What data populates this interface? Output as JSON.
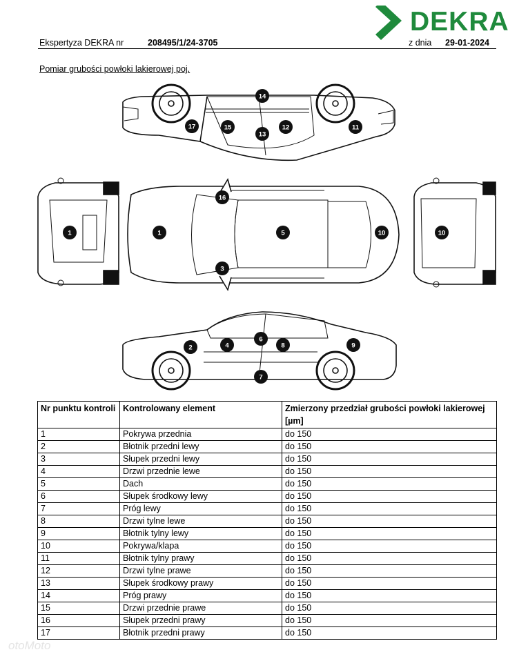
{
  "header": {
    "brand": "DEKRA",
    "expertise_label": "Ekspertyza DEKRA nr",
    "expertise_number": "208495/1/24-3705",
    "date_label": "z dnia",
    "date_value": "29-01-2024"
  },
  "subtitle": "Pomiar grubości powłoki lakierowej poj.",
  "markers": {
    "m1": "1",
    "m2": "2",
    "m3": "3",
    "m4": "4",
    "m5": "5",
    "m6": "6",
    "m7": "7",
    "m8": "8",
    "m9": "9",
    "m10": "10",
    "m11": "11",
    "m12": "12",
    "m13": "13",
    "m14": "14",
    "m15": "15",
    "m16": "16",
    "m17": "17"
  },
  "table": {
    "headers": {
      "col1": "Nr punktu kontroli",
      "col2": "Kontrolowany element",
      "col3": "Zmierzony przedział grubości powłoki lakierowej [µm]"
    },
    "rows": [
      {
        "nr": "1",
        "element": "Pokrywa przednia",
        "value": "do 150"
      },
      {
        "nr": "2",
        "element": "Błotnik przedni lewy",
        "value": "do 150"
      },
      {
        "nr": "3",
        "element": "Słupek przedni lewy",
        "value": "do 150"
      },
      {
        "nr": "4",
        "element": "Drzwi przednie lewe",
        "value": "do 150"
      },
      {
        "nr": "5",
        "element": "Dach",
        "value": "do 150"
      },
      {
        "nr": "6",
        "element": "Słupek środkowy lewy",
        "value": "do 150"
      },
      {
        "nr": "7",
        "element": "Próg lewy",
        "value": "do 150"
      },
      {
        "nr": "8",
        "element": "Drzwi tylne lewe",
        "value": "do 150"
      },
      {
        "nr": "9",
        "element": "Błotnik tylny lewy",
        "value": "do 150"
      },
      {
        "nr": "10",
        "element": "Pokrywa/klapa",
        "value": "do 150"
      },
      {
        "nr": "11",
        "element": "Błotnik tylny prawy",
        "value": "do 150"
      },
      {
        "nr": "12",
        "element": "Drzwi tylne prawe",
        "value": "do 150"
      },
      {
        "nr": "13",
        "element": "Słupek środkowy prawy",
        "value": "do 150"
      },
      {
        "nr": "14",
        "element": "Próg prawy",
        "value": "do 150"
      },
      {
        "nr": "15",
        "element": "Drzwi przednie prawe",
        "value": "do 150"
      },
      {
        "nr": "16",
        "element": "Słupek przedni prawy",
        "value": "do 150"
      },
      {
        "nr": "17",
        "element": "Błotnik przedni prawy",
        "value": "do 150"
      }
    ]
  },
  "watermark": "otoMoto",
  "colors": {
    "brand_green": "#1f8a3c",
    "marker": "#111111"
  }
}
